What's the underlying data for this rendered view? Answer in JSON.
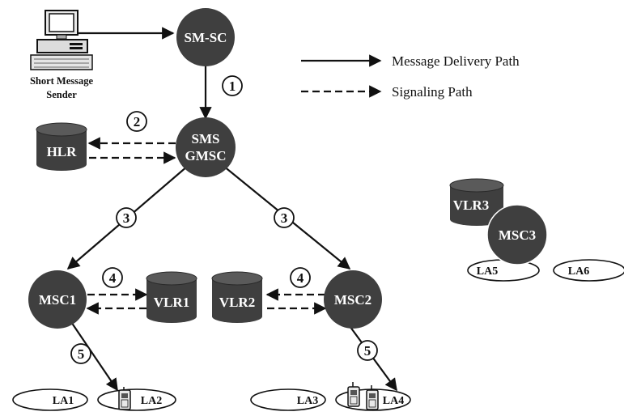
{
  "nodes": {
    "smsc": "SM-SC",
    "sms_gmsc_line1": "SMS",
    "sms_gmsc_line2": "GMSC",
    "msc1": "MSC1",
    "msc2": "MSC2",
    "msc3": "MSC3"
  },
  "databases": {
    "hlr": "HLR",
    "vlr1": "VLR1",
    "vlr2": "VLR2",
    "vlr3": "VLR3"
  },
  "sender": {
    "line1": "Short Message",
    "line2": "Sender"
  },
  "steps": {
    "s1": "1",
    "s2": "2",
    "s3a": "3",
    "s3b": "3",
    "s4a": "4",
    "s4b": "4",
    "s5a": "5",
    "s5b": "5"
  },
  "areas": {
    "la1": "LA1",
    "la2": "LA2",
    "la3": "LA3",
    "la4": "LA4",
    "la5": "LA5",
    "la6": "LA6"
  },
  "legend": {
    "delivery": "Message Delivery Path",
    "signaling": "Signaling Path"
  },
  "colors": {
    "node_fill": "#3f3f3f",
    "line": "#111111",
    "background": "#ffffff"
  }
}
